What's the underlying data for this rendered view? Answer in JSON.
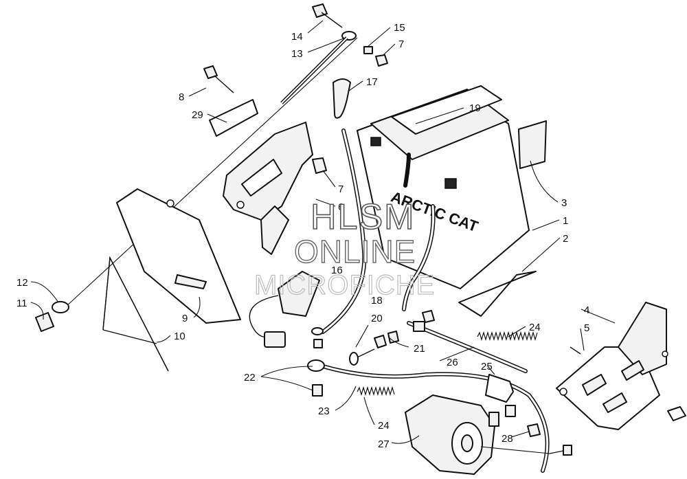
{
  "brand_label": "ARCTIC CAT",
  "watermark": {
    "line1": "HLSM",
    "line2": "ONLINE",
    "line3": "MICROFICHE"
  },
  "callouts": [
    "14",
    "15",
    "7",
    "13",
    "17",
    "8",
    "29",
    "19",
    "7",
    "6",
    "3",
    "1",
    "2",
    "16",
    "12",
    "11",
    "9",
    "10",
    "18",
    "20",
    "4",
    "5",
    "24",
    "21",
    "26",
    "25",
    "22",
    "23",
    "24",
    "27",
    "28"
  ]
}
